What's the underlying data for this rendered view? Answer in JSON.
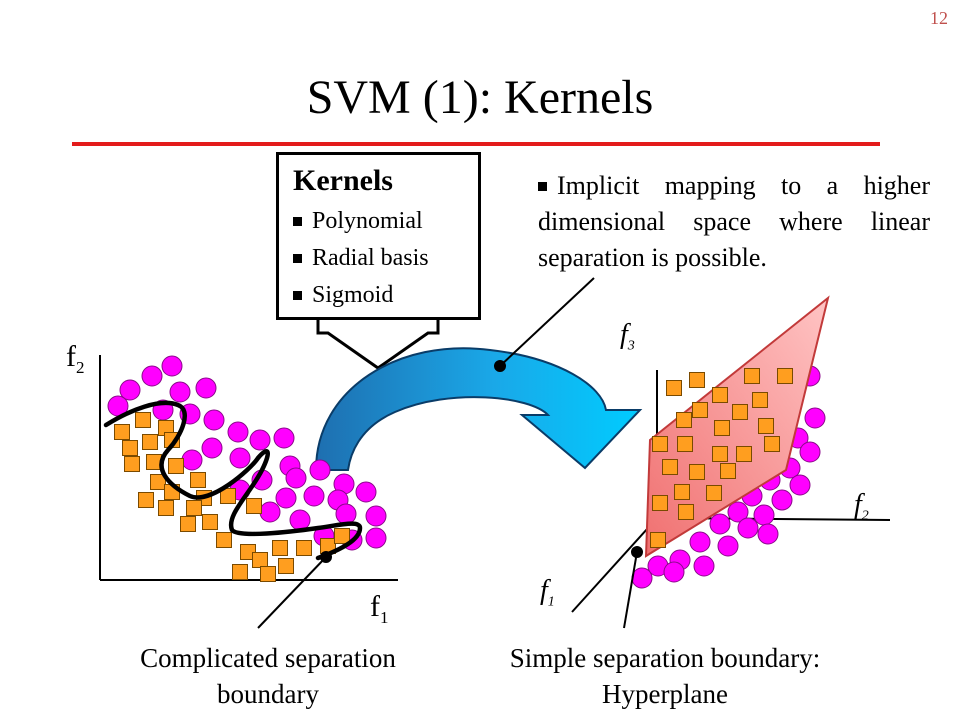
{
  "page_number": "12",
  "title": "SVM (1): Kernels",
  "kernels_box": {
    "title": "Kernels",
    "items": [
      "Polynomial",
      "Radial basis",
      "Sigmoid"
    ]
  },
  "mapping_text": "Implicit mapping to a higher dimensional space where linear separation is possible.",
  "left_plot": {
    "x_axis": {
      "name": "f",
      "sub": "1"
    },
    "y_axis": {
      "name": "f",
      "sub": "2"
    },
    "caption": "Complicated separation boundary"
  },
  "right_plot": {
    "axis_1": {
      "name": "f",
      "sub": "1"
    },
    "axis_2": {
      "name": "f",
      "sub": "2"
    },
    "axis_3": {
      "name": "f",
      "sub": "3"
    },
    "caption": "Simple separation boundary: Hyperplane"
  },
  "colors": {
    "circle": "#ff00ff",
    "square": "#ff9e1f",
    "plane": "#f07070",
    "arrow": "#1aa8e8",
    "title_rule": "#e31b1b"
  }
}
